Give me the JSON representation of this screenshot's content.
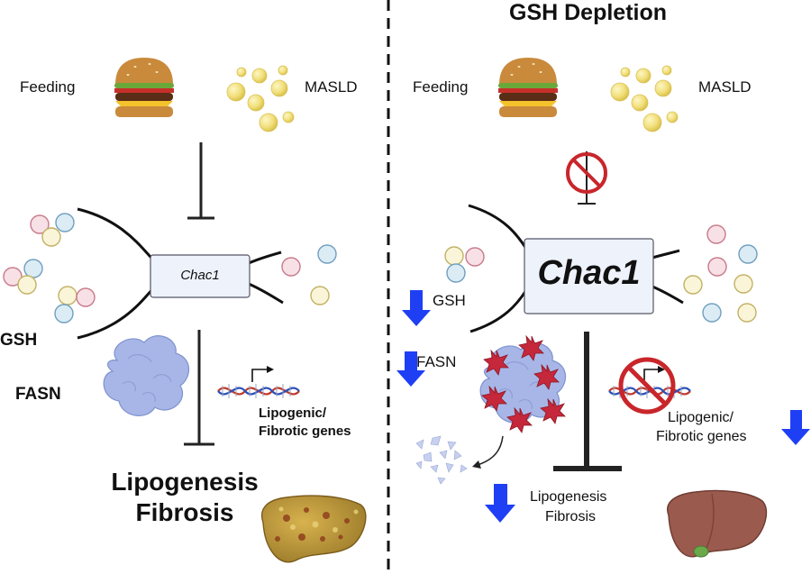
{
  "right_title": "GSH Depletion",
  "left": {
    "feeding": "Feeding",
    "masld": "MASLD",
    "gene": "Chac1",
    "gsh": "GSH",
    "fasn": "FASN",
    "genes_line1": "Lipogenic/",
    "genes_line2": "Fibrotic genes",
    "outcome_line1": "Lipogenesis",
    "outcome_line2": "Fibrosis"
  },
  "right": {
    "feeding": "Feeding",
    "masld": "MASLD",
    "gene": "Chac1",
    "gsh": "GSH",
    "fasn": "FASN",
    "genes_line1": "Lipogenic/",
    "genes_line2": "Fibrotic genes",
    "outcome_line1": "Lipogenesis",
    "outcome_line2": "Fibrosis"
  },
  "colors": {
    "arrow_blue": "#1f3ff5",
    "inhibit_red": "#c8262b",
    "gene_box": "#eef3fb",
    "fasn_blue": "#a7b6e6",
    "damage_red": "#c5283a"
  }
}
